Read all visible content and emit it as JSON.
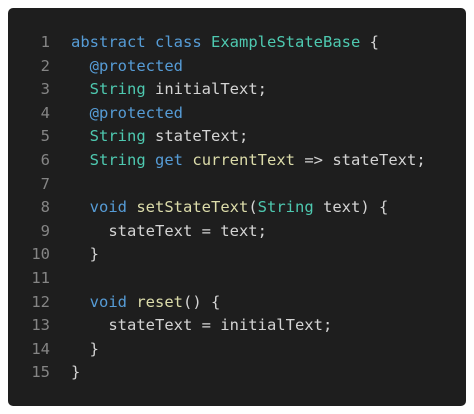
{
  "editor": {
    "lines": [
      {
        "num": "1",
        "tokens": [
          {
            "t": "abstract",
            "c": "kw"
          },
          {
            "t": " ",
            "c": "pun"
          },
          {
            "t": "class",
            "c": "kw"
          },
          {
            "t": " ",
            "c": "pun"
          },
          {
            "t": "ExampleStateBase",
            "c": "cls"
          },
          {
            "t": " {",
            "c": "pun"
          }
        ]
      },
      {
        "num": "2",
        "tokens": [
          {
            "t": "  ",
            "c": "pun"
          },
          {
            "t": "@protected",
            "c": "ann"
          }
        ]
      },
      {
        "num": "3",
        "tokens": [
          {
            "t": "  ",
            "c": "pun"
          },
          {
            "t": "String",
            "c": "cls"
          },
          {
            "t": " initialText;",
            "c": "id"
          }
        ]
      },
      {
        "num": "4",
        "tokens": [
          {
            "t": "  ",
            "c": "pun"
          },
          {
            "t": "@protected",
            "c": "ann"
          }
        ]
      },
      {
        "num": "5",
        "tokens": [
          {
            "t": "  ",
            "c": "pun"
          },
          {
            "t": "String",
            "c": "cls"
          },
          {
            "t": " stateText;",
            "c": "id"
          }
        ]
      },
      {
        "num": "6",
        "tokens": [
          {
            "t": "  ",
            "c": "pun"
          },
          {
            "t": "String",
            "c": "cls"
          },
          {
            "t": " ",
            "c": "pun"
          },
          {
            "t": "get",
            "c": "kw"
          },
          {
            "t": " ",
            "c": "pun"
          },
          {
            "t": "currentText",
            "c": "fn"
          },
          {
            "t": " => stateText;",
            "c": "id"
          }
        ]
      },
      {
        "num": "7",
        "tokens": []
      },
      {
        "num": "8",
        "tokens": [
          {
            "t": "  ",
            "c": "pun"
          },
          {
            "t": "void",
            "c": "kw"
          },
          {
            "t": " ",
            "c": "pun"
          },
          {
            "t": "setStateText",
            "c": "fn"
          },
          {
            "t": "(",
            "c": "pun"
          },
          {
            "t": "String",
            "c": "cls"
          },
          {
            "t": " text) {",
            "c": "id"
          }
        ]
      },
      {
        "num": "9",
        "tokens": [
          {
            "t": "    stateText = text;",
            "c": "id"
          }
        ]
      },
      {
        "num": "10",
        "tokens": [
          {
            "t": "  }",
            "c": "pun"
          }
        ]
      },
      {
        "num": "11",
        "tokens": []
      },
      {
        "num": "12",
        "tokens": [
          {
            "t": "  ",
            "c": "pun"
          },
          {
            "t": "void",
            "c": "kw"
          },
          {
            "t": " ",
            "c": "pun"
          },
          {
            "t": "reset",
            "c": "fn"
          },
          {
            "t": "() {",
            "c": "pun"
          }
        ]
      },
      {
        "num": "13",
        "tokens": [
          {
            "t": "    stateText = initialText;",
            "c": "id"
          }
        ]
      },
      {
        "num": "14",
        "tokens": [
          {
            "t": "  }",
            "c": "pun"
          }
        ]
      },
      {
        "num": "15",
        "tokens": [
          {
            "t": "}",
            "c": "pun"
          }
        ]
      }
    ],
    "colors": {
      "background": "#1e1e1e",
      "line_number": "#858585",
      "keyword": "#569cd6",
      "type": "#4ec9b0",
      "function": "#dcdcaa",
      "text": "#d4d4d4"
    }
  }
}
